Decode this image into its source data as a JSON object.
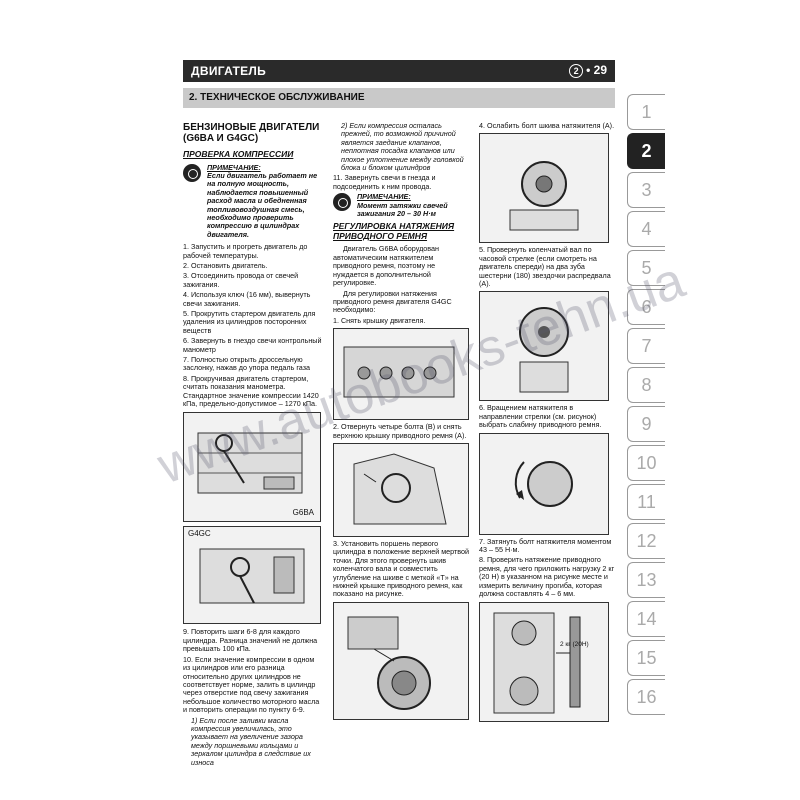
{
  "header": {
    "title": "ДВИГАТЕЛЬ",
    "chapter": "2",
    "page": "29"
  },
  "section": "2. ТЕХНИЧЕСКОЕ ОБСЛУЖИВАНИЕ",
  "col1": {
    "h_engines": "БЕНЗИНОВЫЕ ДВИГАТЕЛИ (G6BA И G4GC)",
    "h_compress": "ПРОВЕРКА КОМПРЕССИИ",
    "note_title": "ПРИМЕЧАНИЕ:",
    "note_text": "Если двигатель работает не на полную мощность, наблюдается повышенный расход масла и обедненная топливовоздушная смесь, необходимо проверить компрессию в цилиндрах двигателя.",
    "s1": "1. Запустить и прогреть двигатель до рабочей температуры.",
    "s2": "2. Остановить двигатель.",
    "s3": "3. Отсоединить провода от свечей зажигания.",
    "s4": "4. Используя ключ (16 мм), вывернуть свечи зажигания.",
    "s5": "5. Прокрутить стартером двигатель для удаления из цилиндров посторонних веществ",
    "s6": "6. Завернуть в гнездо свечи контрольный манометр",
    "s7": "7. Полностью открыть дроссельную заслонку, нажав до упора педаль газа",
    "s8": "8. Прокручивая двигатель стартером, считать показания манометра. Стандартное значение компрессии 1420 кПа, предельно-допустимое – 1270 кПа.",
    "fig1_label": "G6BA",
    "fig2_label": "G4GC",
    "s9": "9. Повторить шаги 6-8 для каждого цилиндра. Разница значений не должна превышать 100 кПа.",
    "s10": "10. Если значение компрессии в одном из цилиндров или его разница относительно других цилиндров не соответствует норме, залить в цилиндр через отверстие под свечу зажигания небольшое количество моторного масла и повторить операции по пункту 6-9.",
    "s10_1": "1) Если после заливки масла компрессия увеличилась, это указывает на увеличение зазора между поршневыми кольцами и зеркалом цилиндра в следствие их износа"
  },
  "col2": {
    "s10_2": "2) Если компрессия осталась прежней, то возможной причиной является заедание клапанов, неплотная посадка клапанов или плохое уплотнение между головкой блока и блоком цилиндров",
    "s11": "11. Завернуть свечи в гнезда и подсоединить к ним провода.",
    "note_title": "ПРИМЕЧАНИЕ:",
    "note_text": "Момент затяжки свечей зажигания 20 – 30 Н·м",
    "h_belt": "РЕГУЛИРОВКА НАТЯЖЕНИЯ ПРИВОДНОГО РЕМНЯ",
    "p1": "Двигатель G6BA оборудован автоматическим натяжителем приводного ремня, поэтому не нуждается в дополнительной регулировке.",
    "p2": "Для регулировки натяжения приводного ремня двигателя G4GC необходимо:",
    "b1": "1. Снять крышку двигателя.",
    "b2": "2. Отвернуть четыре болта (B) и снять верхнюю крышку приводного ремня (A).",
    "b3": "3. Установить поршень первого цилиндра в положение верхней мертвой точки. Для этого провернуть шкив коленчатого вала и совместить углубление на шкиве с меткой «T» на нижней крышке приводного ремня, как показано на рисунке."
  },
  "col3": {
    "b4": "4. Ослабить болт шкива натяжителя (A).",
    "b5": "5. Провернуть коленчатый вал по часовой стрелке (если смотреть на двигатель спереди) на два зуба шестерни (180) звездочки распредвала (A).",
    "b6": "6. Вращением натяжителя в направлении стрелки (см. рисунок) выбрать слабину приводного ремня.",
    "b7": "7. Затянуть болт натяжителя моментом 43 – 55 Н·м.",
    "b8": "8. Проверить натяжение приводного ремня, для чего приложить нагрузку 2 кг (20 Н) в указанном на рисунке месте и измерить величину прогиба, которая должна составлять 4 – 6 мм.",
    "fig_load": "2 кг (20Н)"
  },
  "tabs": [
    "1",
    "2",
    "3",
    "4",
    "5",
    "6",
    "7",
    "8",
    "9",
    "10",
    "11",
    "12",
    "13",
    "14",
    "15",
    "16"
  ],
  "active_tab": "2",
  "watermark": "www.autobooks-tehn.ua"
}
